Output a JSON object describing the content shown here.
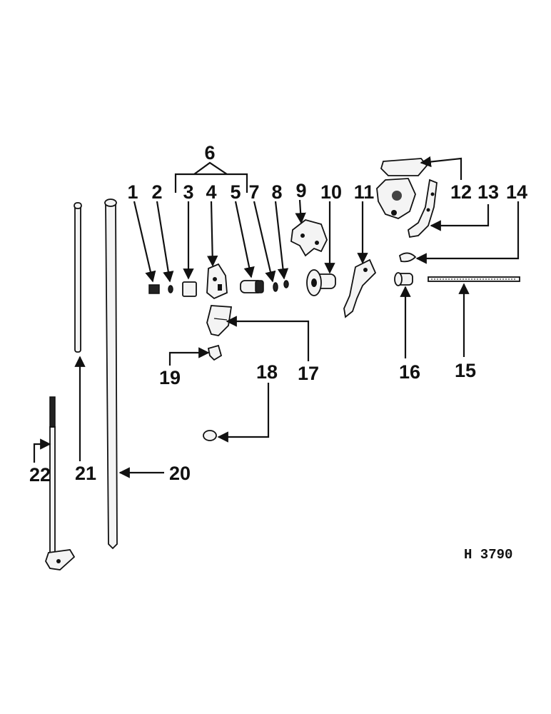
{
  "callouts": [
    "1",
    "2",
    "3",
    "4",
    "5",
    "6",
    "7",
    "8",
    "9",
    "10",
    "11",
    "12",
    "13",
    "14",
    "15",
    "16",
    "17",
    "18",
    "19",
    "20",
    "21",
    "22"
  ],
  "figure_code": "H 3790",
  "colors": {
    "ink": "#111111",
    "paper": "#ffffff"
  }
}
